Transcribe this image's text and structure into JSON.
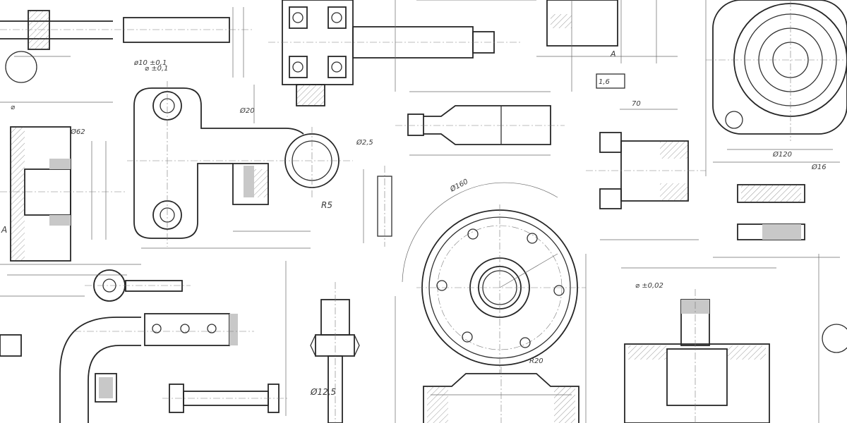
{
  "drawing": {
    "theme": "technical-drawing-background",
    "colors": {
      "paper": "#ffffff",
      "ink": "#2f2f2f",
      "hatch": "#555555",
      "fill_grey": "#c8c8c8"
    }
  },
  "annotations": {
    "lever_bore": "Ø20",
    "lever_b": "Ø2,5",
    "lever_c": "R5",
    "flange_arc": "Ø160",
    "flange_r": "R20",
    "shaft_top": "A",
    "housing_dim": "70",
    "bracket_dim": "Ø120",
    "bottom_dim": "Ø12,5",
    "bracket_label": "1,6",
    "right_top_dim": "Ø16",
    "left_a": "A",
    "left_dim": "Ø62"
  }
}
